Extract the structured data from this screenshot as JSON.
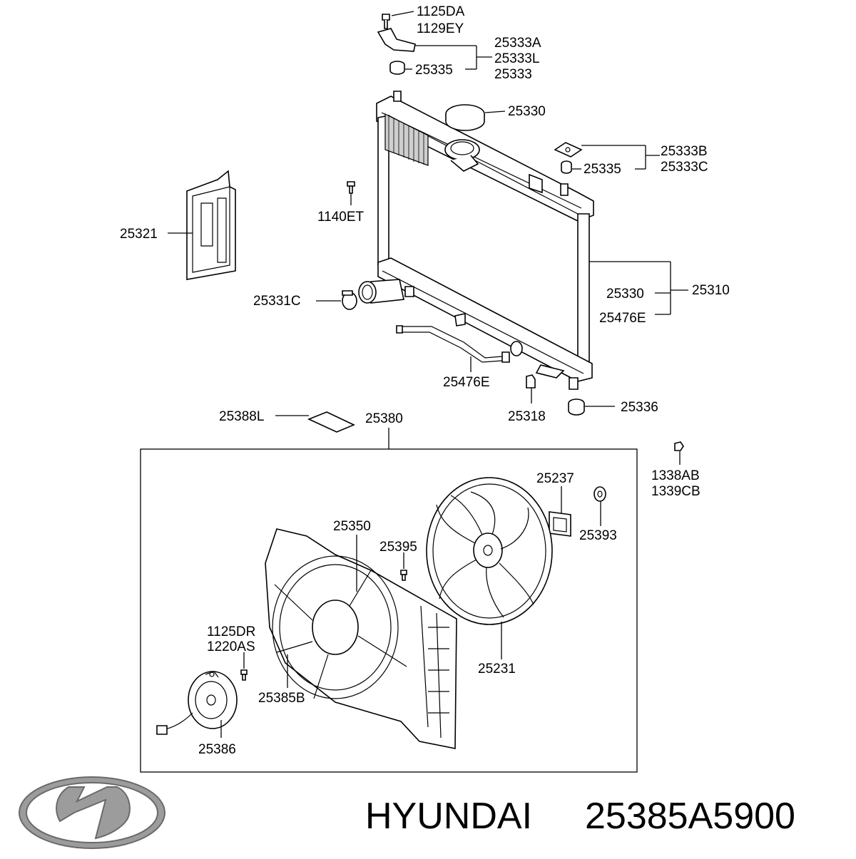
{
  "labels": {
    "l1125DA": "1125DA",
    "l1129EY": "1129EY",
    "l25333A": "25333A",
    "l25333L": "25333L",
    "l25333": "25333",
    "l25335_top": "25335",
    "l25330_cap": "25330",
    "l25333B": "25333B",
    "l25333C": "25333C",
    "l25335_right": "25335",
    "l1140ET": "1140ET",
    "l25321": "25321",
    "l25330_rad": "25330",
    "l25310": "25310",
    "l25476E_rad": "25476E",
    "l25331C": "25331C",
    "l25476E_hose": "25476E",
    "l25318": "25318",
    "l25336": "25336",
    "l25388L": "25388L",
    "l25380": "25380",
    "l1338AB": "1338AB",
    "l1339CB": "1339CB",
    "l25237": "25237",
    "l25393": "25393",
    "l25350": "25350",
    "l25395": "25395",
    "l25231": "25231",
    "l1125DR": "1125DR",
    "l1220AS": "1220AS",
    "l25385B": "25385B",
    "l25386": "25386"
  },
  "footer": {
    "brand": "HYUNDAI",
    "part_number": "25385A5900"
  },
  "icons": {
    "logo": "hyundai-logo"
  }
}
